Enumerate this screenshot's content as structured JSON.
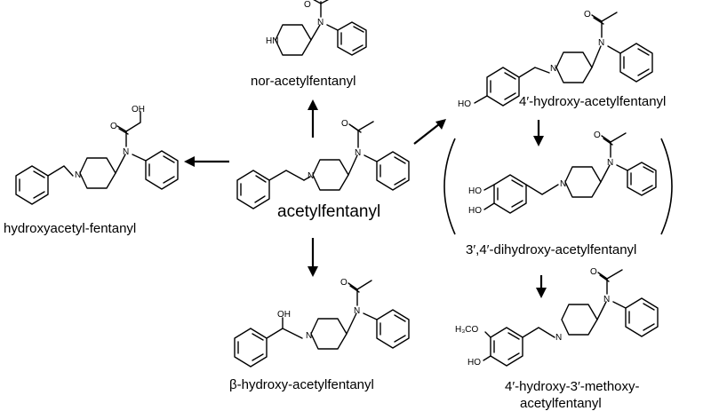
{
  "diagram": {
    "compounds": {
      "center": {
        "name": "acetylfentanyl"
      },
      "nor": {
        "name": "nor-acetylfentanyl"
      },
      "hydroxyacetyl": {
        "name": "hydroxyacetyl-fentanyl"
      },
      "beta": {
        "name": "β-hydroxy-acetylfentanyl"
      },
      "h4": {
        "name": "4′-hydroxy-acetylfentanyl"
      },
      "dihydroxy": {
        "name": "3′,4′-dihydroxy-acetylfentanyl"
      },
      "methoxy": {
        "name_line1": "4′-hydroxy-3′-methoxy-",
        "name_line2": "acetylfentanyl"
      }
    },
    "atoms": {
      "N": "N",
      "HN": "HN",
      "O": "O",
      "OH": "OH",
      "HO": "HO",
      "H3CO": "H₃CO"
    }
  }
}
